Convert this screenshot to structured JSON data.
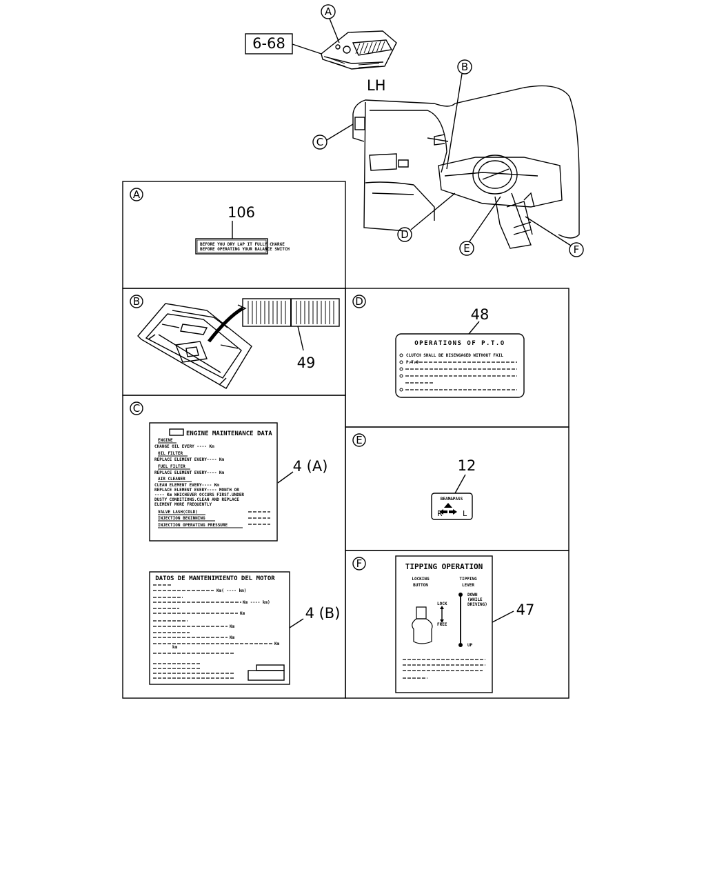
{
  "overview": {
    "ref_box": "6-68",
    "side": "LH",
    "callouts": [
      "A",
      "B",
      "C",
      "D",
      "E",
      "F"
    ]
  },
  "panel_a": {
    "letter": "A",
    "part_no": "106",
    "label_line1": "BEFORE YOU DRY LAP IT FULLY CHARGE",
    "label_line2": "BEFORE OPERATING YOUR BALANCE SWITCH"
  },
  "panel_b": {
    "letter": "B",
    "part_no": "49"
  },
  "panel_c": {
    "letter": "C",
    "label_a": {
      "part_no": "4 (A)",
      "title": "ENGINE MAINTENANCE DATA",
      "lines": [
        "ENGINE",
        "CHANGE OIL EVERY ---- Km",
        "OIL FILTER",
        "REPLACE ELEMENT EVERY---- Km",
        "FUEL FILTER",
        "REPLACE ELEMENT EVERY---- Km",
        "AIR CLEANER",
        "CLEAN ELEMENT EVERY---- Km",
        "REPLACE ELEMENT EVERY---- MONTH OR",
        "---- Km WHICHEVER OCCURS FIRST.UNDER",
        "DUSTY CONDITIONS.CLEAN AND REPLACE",
        "ELEMENT MORE FREQUENTLY",
        "VALVE LASH(COLD)",
        "INJECTION BEGINNING",
        "INJECTION OPERATING PRESSURE"
      ]
    },
    "label_b": {
      "part_no": "4 (B)",
      "title": "DATOS DE MANTENIMIENTO DEL MOTOR",
      "unit_lines": [
        "Km( ---- km)",
        "Km ---- km)",
        "Km",
        "Km",
        "Km",
        "Km",
        "km"
      ]
    }
  },
  "panel_d": {
    "letter": "D",
    "part_no": "48",
    "title": "OPERATIONS OF P.T.O",
    "lines": [
      "CLUTCH SHALL BE DISENGAGED WITHOUT FAIL",
      "P.T.O"
    ]
  },
  "panel_e": {
    "letter": "E",
    "part_no": "12",
    "title": "BEAM&PASS",
    "left": "R",
    "right": "L"
  },
  "panel_f": {
    "letter": "F",
    "part_no": "47",
    "title": "TIPPING OPERATION",
    "col1_line1": "LOCKING",
    "col1_line2": "BUTTON",
    "col2_line1": "TIPPING",
    "col2_line2": "LEVER",
    "lock": "LOCK",
    "free": "FREE",
    "down_line1": "DOWN",
    "down_line2": "(WHILE",
    "down_line3": "DRIVING)",
    "up": "UP"
  }
}
